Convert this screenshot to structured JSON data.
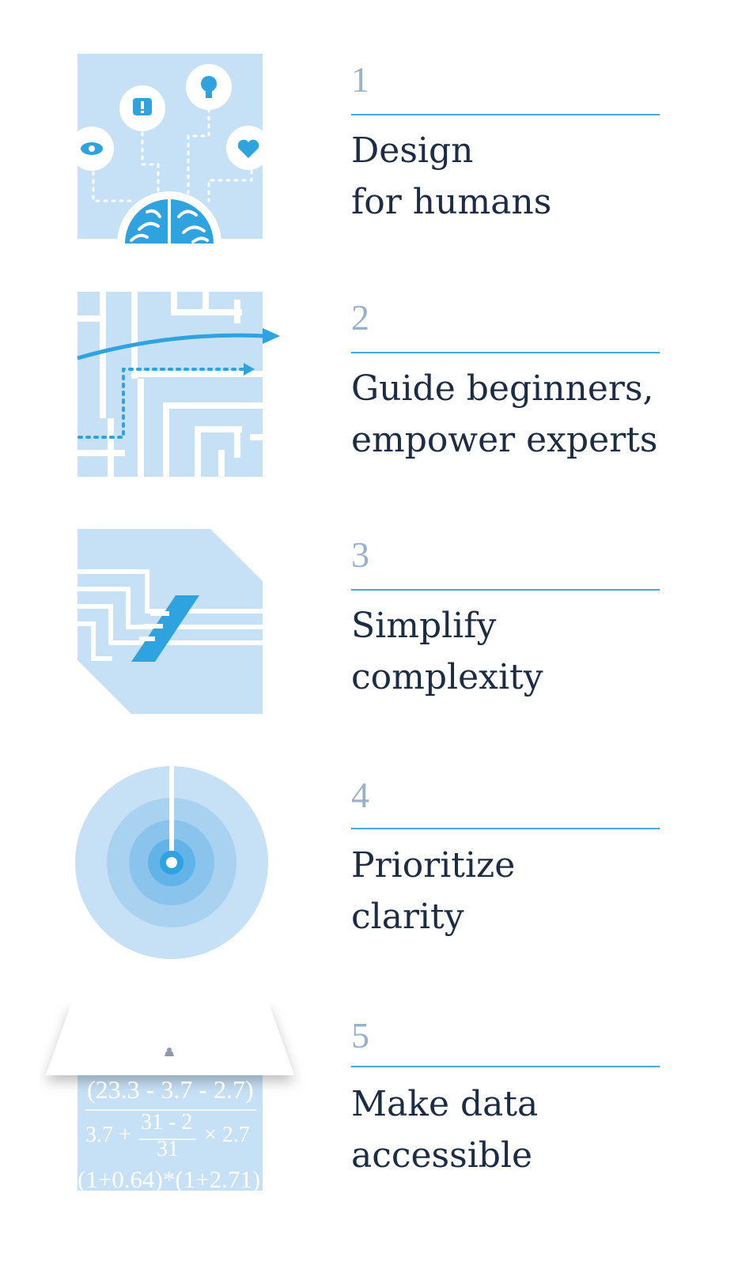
{
  "principles": [
    {
      "number": "1",
      "line1": "Design",
      "line2": "for humans",
      "icon": "brain-icon"
    },
    {
      "number": "2",
      "line1": "Guide beginners,",
      "line2": "empower experts",
      "icon": "maze-path-icon"
    },
    {
      "number": "3",
      "line1": "Simplify",
      "line2": "complexity",
      "icon": "merge-lines-icon"
    },
    {
      "number": "4",
      "line1": "Prioritize",
      "line2": "clarity",
      "icon": "target-icon"
    },
    {
      "number": "5",
      "line1": "Make data",
      "line2": "accessible",
      "icon": "formula-icon"
    }
  ],
  "formula": {
    "numerator": "(23.3 - 3.7 - 2.7)",
    "left": "3.7 +",
    "frac_top": "31 - 2",
    "frac_bottom": "31",
    "right": "× 2.7",
    "bottom": "(1+0.64)*(1+2.71)"
  },
  "colors": {
    "light_blue": "#c6e0f5",
    "accent_blue": "#2fa2e0",
    "heading": "#1c2c44",
    "number": "#97b2cc",
    "rule": "#45a8df"
  }
}
